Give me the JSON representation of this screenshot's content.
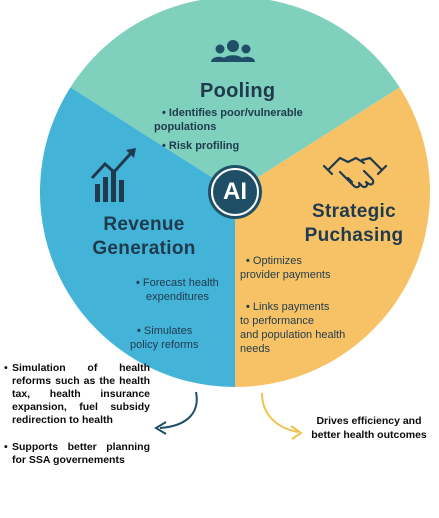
{
  "center_label": "AI",
  "segments": {
    "pooling": {
      "title": "Pooling",
      "bullets": [
        "Identifies poor/vulnerable",
        "populations",
        "Risk profiling"
      ],
      "color": "#7fd0bd"
    },
    "revenue": {
      "title_line1": "Revenue",
      "title_line2": "Generation",
      "bullets": [
        "Forecast health",
        "expenditures",
        "Simulates",
        "policy reforms"
      ],
      "color": "#44b3d8"
    },
    "strategic": {
      "title_line1": "Strategic",
      "title_line2": "Puchasing",
      "bullets": [
        "Optimizes",
        "provider payments",
        "Links payments",
        "to performance",
        "and population health",
        "needs"
      ],
      "color": "#f7c266"
    }
  },
  "left_notes": [
    "Simulation of health reforms such as the health tax, health insurance expansion, fuel subsidy redirection to health",
    "Supports better planning for SSA governements"
  ],
  "right_note": "Drives efficiency and better health outcomes",
  "colors": {
    "text": "#1f3a4d",
    "center": "#1f4f67",
    "arrow_left": "#1f4f67",
    "arrow_right": "#f0c24f"
  },
  "icons": {
    "pooling": "people-group-icon",
    "revenue": "growth-chart-icon",
    "strategic": "handshake-icon"
  }
}
